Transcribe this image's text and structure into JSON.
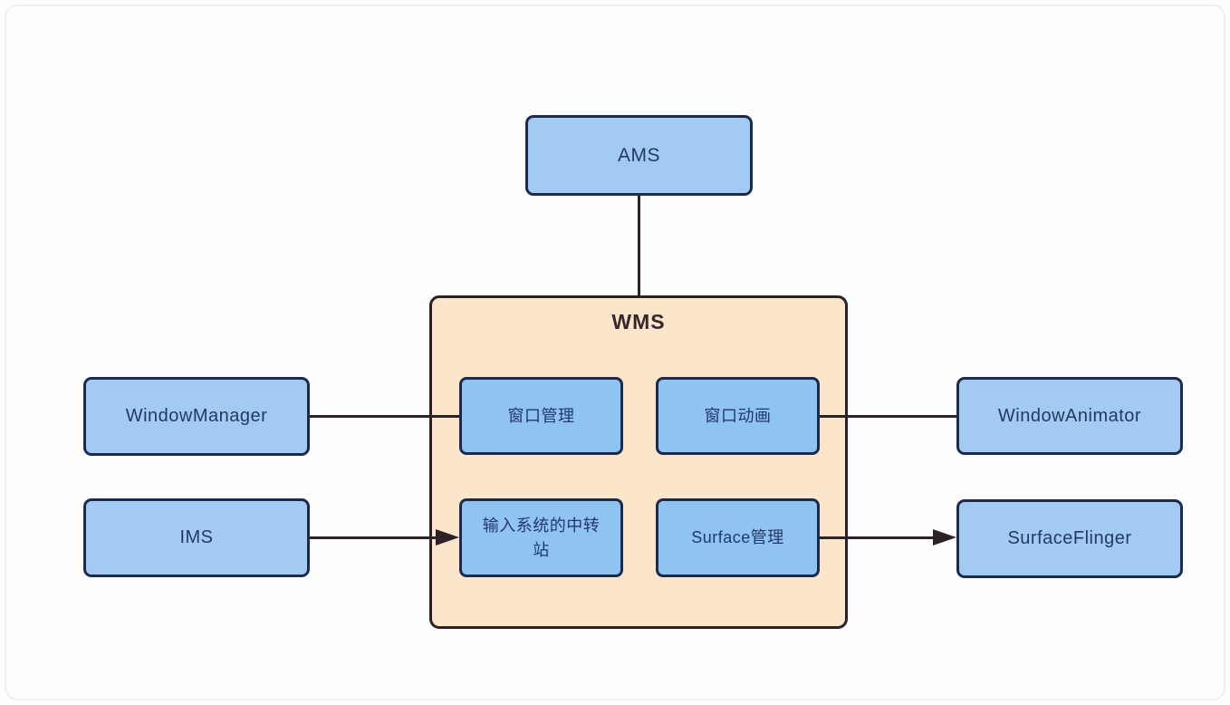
{
  "diagram": {
    "title_node": "WMS",
    "nodes": {
      "ams": {
        "label": "AMS"
      },
      "wms": {
        "label": "WMS"
      },
      "window_manager": {
        "label": "WindowManager"
      },
      "ims": {
        "label": "IMS"
      },
      "window_animator": {
        "label": "WindowAnimator"
      },
      "surface_flinger": {
        "label": "SurfaceFlinger"
      },
      "window_management": {
        "label": "窗口管理"
      },
      "window_animation": {
        "label": "窗口动画"
      },
      "input_relay": {
        "label": "输入系统的中转站"
      },
      "surface_management": {
        "label": "Surface管理"
      }
    },
    "edges": [
      {
        "from": "AMS",
        "to": "WMS",
        "arrow": false,
        "direction": "vertical"
      },
      {
        "from": "WindowManager",
        "to": "窗口管理",
        "arrow": false,
        "direction": "horizontal"
      },
      {
        "from": "窗口动画",
        "to": "WindowAnimator",
        "arrow": false,
        "direction": "horizontal"
      },
      {
        "from": "IMS",
        "to": "输入系统的中转站",
        "arrow": true,
        "direction": "horizontal"
      },
      {
        "from": "Surface管理",
        "to": "SurfaceFlinger",
        "arrow": true,
        "direction": "horizontal"
      }
    ],
    "colors": {
      "node_fill": "#a2caf3",
      "inner_node_fill": "#8fc3f0",
      "node_border": "#1c2a4d",
      "node_text": "#24376b",
      "container_fill": "#fce6cb",
      "container_border": "#2b2126",
      "container_text": "#39262c",
      "line": "#2b2126",
      "page_bg": "#fdfdfe"
    }
  }
}
